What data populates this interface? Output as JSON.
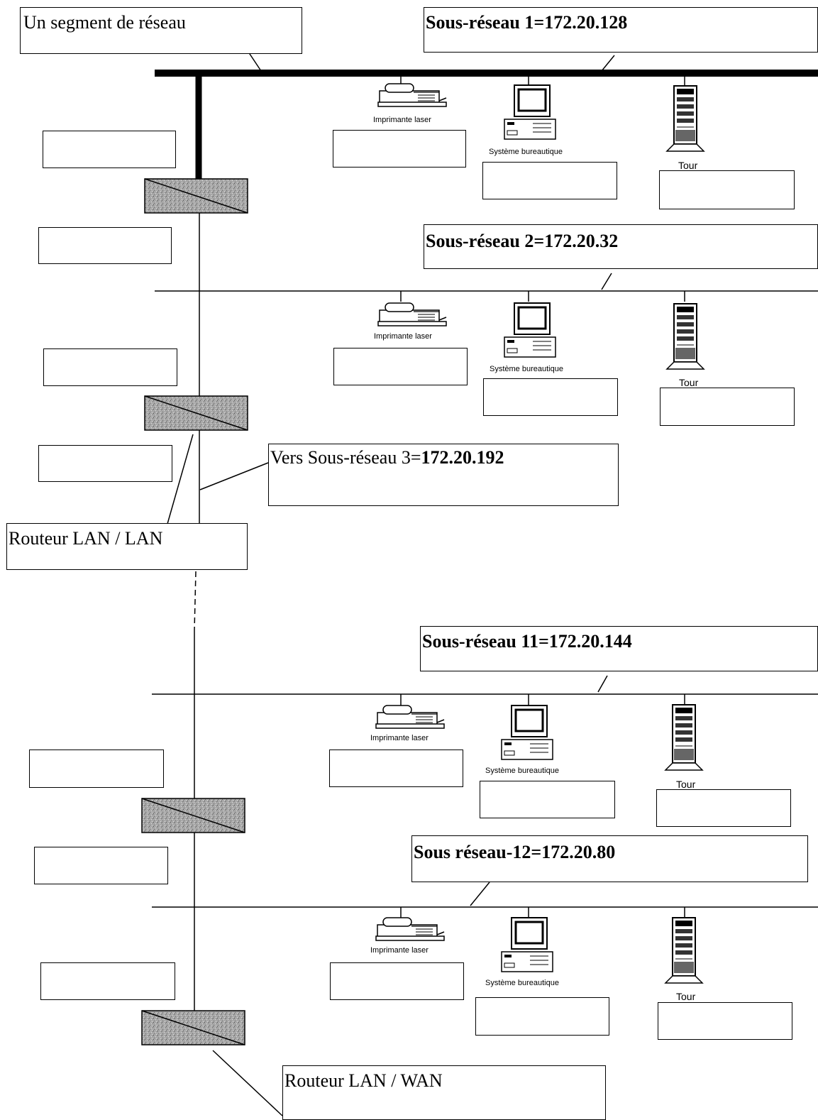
{
  "labels": {
    "segment": "Un segment de réseau",
    "subnet1": "Sous-réseau 1=172.20.128",
    "subnet2": "Sous-réseau 2=172.20.32",
    "subnet3_prefix": "Vers Sous-réseau 3=",
    "subnet3_addr": "172.20.192",
    "router_lan_lan": "Routeur LAN / LAN",
    "subnet11": "Sous-réseau 11=172.20.144",
    "subnet12": "Sous réseau-12=172.20.80",
    "router_lan_wan": "Routeur LAN / WAN"
  },
  "devices": {
    "printer": "Imprimante laser",
    "desktop": "Système bureautique",
    "tower": "Tour"
  },
  "colors": {
    "line": "#000000",
    "router_fill": "#9a9a9a"
  }
}
